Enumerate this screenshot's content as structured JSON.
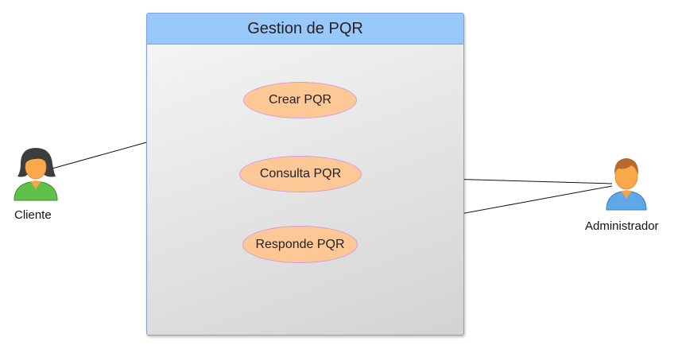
{
  "system": {
    "title": "Gestion de PQR"
  },
  "use_cases": {
    "crear": "Crear PQR",
    "consulta": "Consulta PQR",
    "responde": "Responde PQR"
  },
  "actors": {
    "cliente": {
      "label": "Cliente",
      "icon": "female-user-icon"
    },
    "administrador": {
      "label": "Administrador",
      "icon": "male-user-icon"
    }
  },
  "colors": {
    "system_header": "#99c9fb",
    "system_border": "#7aa3d9",
    "use_case_fill": "#fdc896",
    "use_case_border": "#d59bd6",
    "cliente_shirt": "#5fc04a",
    "admin_shirt": "#5fa8e8"
  }
}
